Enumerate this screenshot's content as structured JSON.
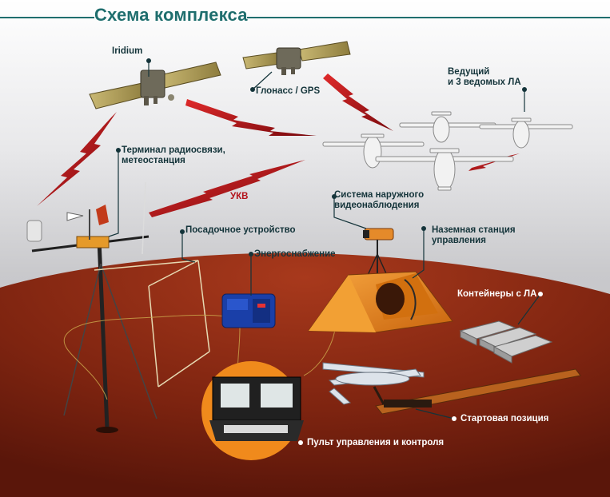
{
  "title": "Схема комплекса",
  "labels": {
    "iridium": "Iridium",
    "glonass": "Глонасс / GPS",
    "lead_drones_1": "Ведущий",
    "lead_drones_2": "и 3 ведомых ЛА",
    "terminal_1": "Терминал радиосвязи,",
    "terminal_2": "метеостанция",
    "ukv": "УКВ",
    "video_1": "Система наружного",
    "video_2": "видеонаблюдения",
    "landing": "Посадочное устройство",
    "ground_1": "Наземная станция",
    "ground_2": "управления",
    "power": "Энергоснабжение",
    "containers": "Контейнеры с ЛА",
    "launch": "Стартовая позиция",
    "console": "Пульт управления и контроля"
  },
  "colors": {
    "accent": "#1f6e6e",
    "ground": "#8a2a14",
    "lightning": "#b3121a",
    "tent": "#e8891c"
  }
}
